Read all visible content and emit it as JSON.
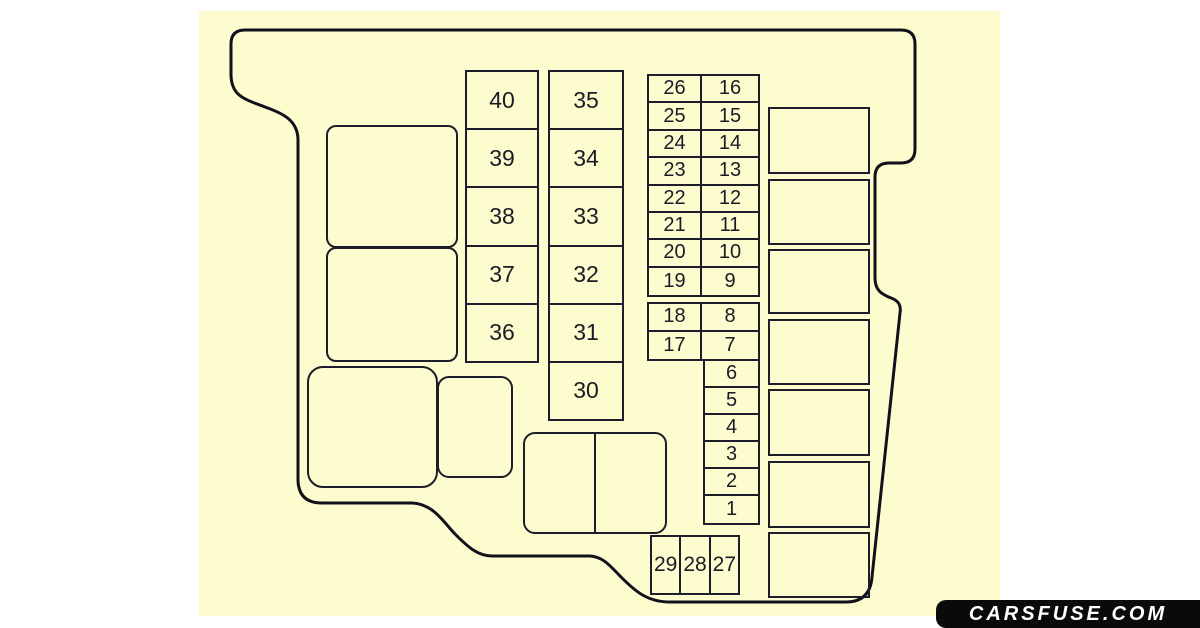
{
  "page": {
    "background": "#ffffff",
    "panel_color": "#FDFCCF",
    "outline_color": "#11111c",
    "box_border_color": "#1d1d2b",
    "number_color": "#1b1b26"
  },
  "watermark": {
    "text": "CARSFUSE.COM",
    "bg": "#0a0a0a",
    "fg": "#ffffff"
  },
  "fuse_columns": {
    "col_a": [
      "40",
      "39",
      "38",
      "37",
      "36"
    ],
    "col_b": [
      "35",
      "34",
      "33",
      "32",
      "31",
      "30"
    ]
  },
  "grid_top": {
    "left": [
      "26",
      "25",
      "24",
      "23",
      "22",
      "21",
      "20",
      "19"
    ],
    "right": [
      "16",
      "15",
      "14",
      "13",
      "12",
      "11",
      "10",
      "9"
    ]
  },
  "grid_mid": {
    "left": [
      "18",
      "17"
    ],
    "right": [
      "8",
      "7"
    ]
  },
  "single_column": [
    "6",
    "5",
    "4",
    "3",
    "2",
    "1"
  ],
  "bottom_row": [
    "29",
    "28",
    "27"
  ]
}
